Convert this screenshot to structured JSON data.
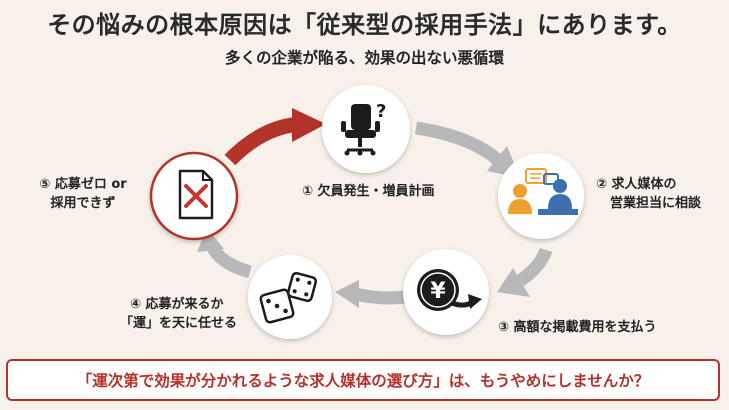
{
  "heading": {
    "title": "その悩みの根本原因は「従来型の採用手法」にあります。",
    "subtitle": "多くの企業が陥る、効果の出ない悪循環"
  },
  "cycle": {
    "steps": [
      {
        "icon": "office-chair-question-icon",
        "line1": "① 欠員発生・増員計画",
        "line2": ""
      },
      {
        "icon": "consultation-icon",
        "line1": "② 求人媒体の",
        "line2": "営業担当に相談"
      },
      {
        "icon": "yen-coin-payment-icon",
        "line1": "③ 高額な掲載費用を支払う",
        "line2": ""
      },
      {
        "icon": "dice-icon",
        "line1": "④ 応募が来るか",
        "line2": "「運」を天に任せる"
      },
      {
        "icon": "document-x-icon",
        "line1": "⑤ 応募ゼロ or",
        "line2": "採用できず"
      }
    ],
    "icon_glyphs": {
      "question_mark": "?",
      "yen": "¥"
    },
    "colors": {
      "gray_arrow": "#b8b8b8",
      "red_arrow": "#b3322a",
      "failure_red": "#c0392b",
      "person_orange": "#f0a030",
      "person_blue": "#3b6fb0"
    }
  },
  "banner": {
    "text": "「運次第で効果が分かれるような求人媒体の選び方」は、もうやめにしませんか？"
  }
}
